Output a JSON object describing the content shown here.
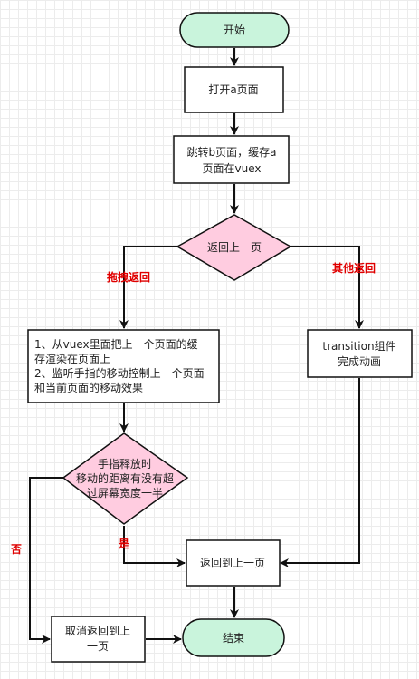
{
  "colors": {
    "terminal_fill": "#c9f4dc",
    "decision_fill": "#ffcce0",
    "process_fill": "#ffffff",
    "stroke": "#111111",
    "edge_label": "#e00000"
  },
  "nodes": {
    "start": {
      "label": "开始"
    },
    "open_a": {
      "label": "打开a页面"
    },
    "jump_b": {
      "lines": [
        "跳转b页面，缓存a",
        "页面在vuex"
      ]
    },
    "decision_back": {
      "label": "返回上一页"
    },
    "drag_process": {
      "lines": [
        "1、从vuex里面把上一个页面的缓",
        "存渲染在页面上",
        "2、监听手指的移动控制上一个页面",
        "和当前页面的移动效果"
      ]
    },
    "transition": {
      "lines": [
        "transition组件",
        "完成动画"
      ]
    },
    "decision_release": {
      "lines": [
        "手指释放时",
        "移动的距离有没有超",
        "过屏幕宽度一半"
      ]
    },
    "back_prev": {
      "label": "返回到上一页"
    },
    "cancel": {
      "lines": [
        "取消返回到上",
        "一页"
      ]
    },
    "end": {
      "label": "结束"
    }
  },
  "edge_labels": {
    "drag_back": "拖拽返回",
    "other_back": "其他返回",
    "yes": "是",
    "no": "否"
  }
}
